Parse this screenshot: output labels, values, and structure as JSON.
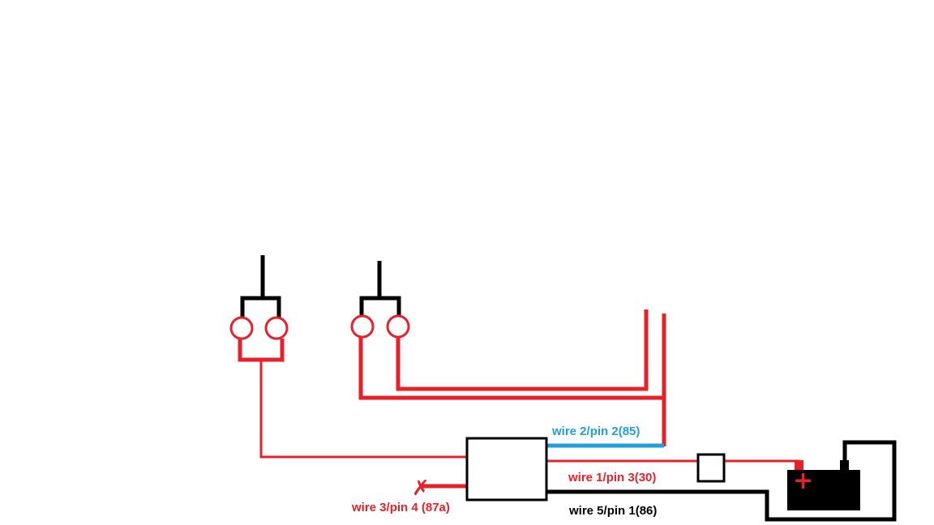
{
  "colors": {
    "red_wire": "#e8202a",
    "black_wire": "#000000",
    "blue_wire": "#1ea0dc",
    "label_red": "#e8202a",
    "label_blue": "#1ea0dc",
    "label_black": "#000000"
  },
  "labels": {
    "wire2": "wire 2/pin 2(85)",
    "wire1": "wire 1/pin 3(30)",
    "wire3": "wire 3/pin 4 (87a)",
    "wire5": "wire 5/pin 1(86)"
  },
  "symbols": {
    "battery_plus": "+",
    "unused_end": "✗"
  }
}
